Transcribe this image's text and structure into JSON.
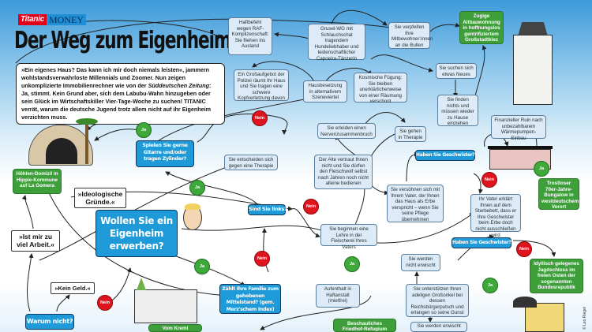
{
  "header": {
    "brand_titanic": "Titanic",
    "brand_money": "MONEY",
    "title": "Der Weg zum Eigenheim"
  },
  "intro": {
    "text_a": "»Ein eigenes Haus? Das kann ich mir doch niemals leisten«, jammern wohlstandsverwahrloste Millennials und Zoomer. Nun zeigen unkomplizierte Immobilienrechner wie von der ",
    "text_source": "Süddeutschen Zeitung",
    "text_b": ": Ja, stimmt. Kein Grund aber, sich dem Labubu-Wahn hinzugeben oder sein Glück im Wirtschaftskiller Vier-Tage-Woche zu suchen! TITANIC verrät, warum die deutsche Jugend trotz allem nicht auf ihr Eigenheim verzichten muss."
  },
  "questions": {
    "start": "Wollen Sie ein Eigenheim erwerben?",
    "guitar": "Spielen Sie gerne Gitarre und/oder tragen Zylinder?",
    "links": "Sind Sie links?",
    "warum": "Warum nicht?",
    "mittelstand": "Zählt Ihre Familie zum gehobenen Mittelstand? (gem. Merz'schem Index)",
    "geschwister_1": "Haben Sie Geschwister?",
    "geschwister_2": "Haben Sie Geschwister?"
  },
  "quotes": {
    "ideologisch": "»Ideologische Gründe.«",
    "arbeit": "»Ist mir zu viel Arbeit.«",
    "geld": "»Kein Geld.«"
  },
  "steps": {
    "haftbefehl": "Haftbefehl wegen RAF-Komplizenschaft: Sie fliehen ins Ausland",
    "grusel_wg": "Grusel-WG mit Schlauchschal tragendem Hundeliebhaber und leidenschaftlicher Capoeira-Tänzerin",
    "verpfeifen": "Sie verpfeifen Ihre Mitbewohner:innen an die Bullen",
    "polizei": "Ein Großaufgebot der Polizei räumt Ihr Haus und Sie tragen eine schwere Kopfverletzung davon",
    "hausbesetzung": "Hausbesetzung in alternativem Szeneviertel",
    "kosmisch": "Kosmische Fügung: Sie bleiben unerklärlicherweise von einer Räumung verschont",
    "etwas_neues": "Sie suchen sich etwas Neues",
    "finden_nichts": "Sie finden nichts und müssen wieder zu Hause einziehen",
    "ruin": "Finanzieller Ruin nach unbezahlbarem Wärmepumpen-Einbau",
    "nervenzusammenbruch": "Sie erleiden einen Nervenzusammenbruch",
    "therapie": "Sie gehen in Therapie",
    "gegen_therapie": "Sie entscheiden sich gegen eine Therapie",
    "alte": "Der Alte vertraut Ihnen nicht und Sie dürfen den Fleischwolf selbst nach Jahren noch nicht alleine bedienen",
    "versoehnen": "Sie versöhnen sich mit Ihrem Vater, der Ihnen das Haus als Erbe verspricht – wenn Sie seine Pflege übernehmen",
    "vater_erklaert": "Ihr Vater erklärt Ihnen auf dem Sterbebett, dass er Ihre Geschwister beim Erbe doch nicht ausschließen wird",
    "lehre": "Sie beginnen eine Lehre in der Fleischerei Ihres Vaters",
    "nicht_erwischt": "Sie werden nicht erwischt",
    "grossonkel": "Sie unterstützen Ihren adeligen Großonkel bei dessen Reichsbürgerputsch und erlangen so seine Gunst",
    "erwischt": "Sie werden erwischt",
    "haftanstalt": "Aufenthalt in Haftanstalt (mietfrei)"
  },
  "outcomes": {
    "altbau": "Zugige Altbauwohnung in hoffnungslos gentrifiziertem Großstadtkiez",
    "bungalow": "Trostloser 70er-Jahre-Bungalow in westdeutschem Vorort",
    "hoehle": "Höhlen-Domizil in Hippie-Kommune auf La Gomera",
    "jagdschloss": "Idyllisch gelegenes Jagdschloss im freien Osten der sogenannten Bundesrepublik",
    "friedhof": "Beschauliches Friedhof-Refugium",
    "kreml": "Vom Kreml"
  },
  "answers": {
    "ja": "Ja",
    "nein": "Nein"
  },
  "credit": "© Leo Riegel",
  "colors": {
    "question_blue": "#1f9ad8",
    "outcome_green": "#3e9e3a",
    "ja_green": "#3ea83a",
    "nein_red": "#e0141e",
    "titanic_red": "#e2001a"
  }
}
